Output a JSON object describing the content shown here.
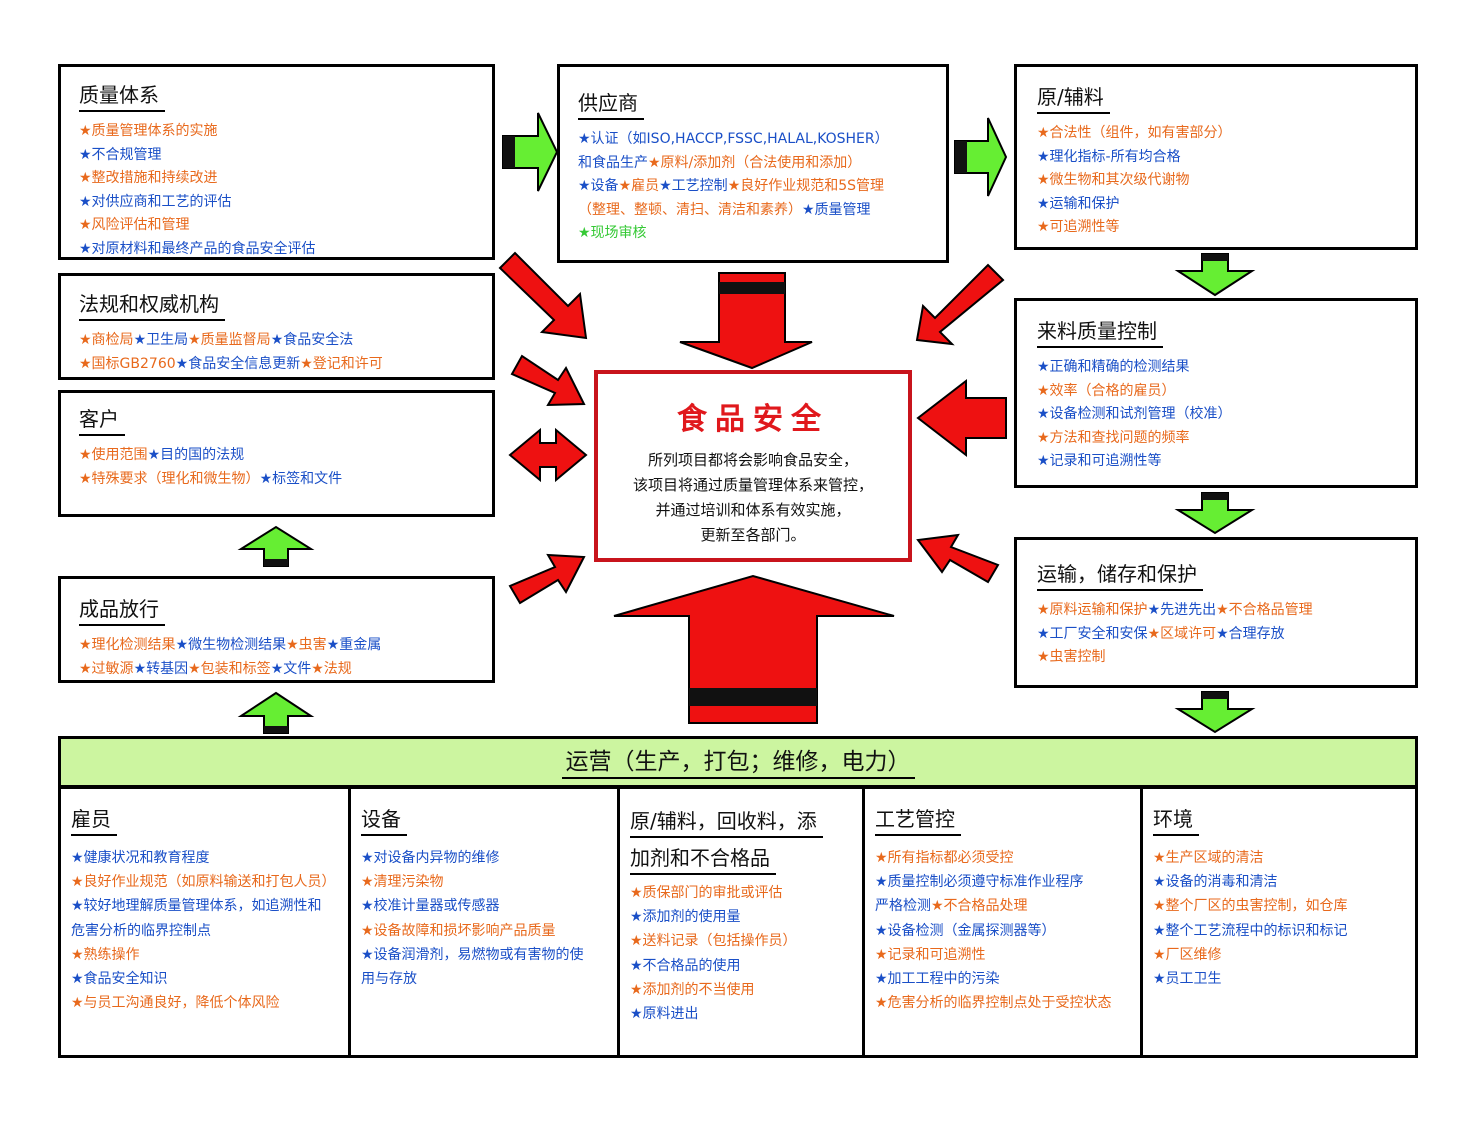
{
  "quality_system": {
    "title": "质量体系",
    "items": [
      {
        "text": "★质量管理体系的实施",
        "color": "orange"
      },
      {
        "text": "★不合规管理",
        "color": "blue"
      },
      {
        "text": "★整改措施和持续改进",
        "color": "orange"
      },
      {
        "text": "★对供应商和工艺的评估",
        "color": "blue"
      },
      {
        "text": "★风险评估和管理",
        "color": "orange"
      },
      {
        "text": "★对原材料和最终产品的食品安全评估",
        "color": "blue"
      }
    ]
  },
  "supplier": {
    "title": "供应商",
    "lines": [
      [
        {
          "text": "★认证（如ISO,HACCP,FSSC,HALAL,KOSHER）",
          "color": "blue"
        }
      ],
      [
        {
          "text": "和食品生产",
          "color": "blue"
        },
        {
          "text": "★原料/添加剂（合法使用和添加）",
          "color": "orange"
        }
      ],
      [
        {
          "text": "★设备",
          "color": "blue"
        },
        {
          "text": "★雇员",
          "color": "orange"
        },
        {
          "text": "★工艺控制",
          "color": "blue"
        },
        {
          "text": "★良好作业规范和5S管理",
          "color": "orange"
        }
      ],
      [
        {
          "text": "（整理、整顿、清扫、清洁和素养）",
          "color": "orange"
        },
        {
          "text": "★质量管理",
          "color": "blue"
        }
      ],
      [
        {
          "text": "★现场审核",
          "color": "green"
        }
      ]
    ]
  },
  "raw_material": {
    "title": "原/辅料",
    "items": [
      {
        "text": "★合法性（组件，如有害部分）",
        "color": "orange"
      },
      {
        "text": "★理化指标-所有均合格",
        "color": "blue"
      },
      {
        "text": "★微生物和其次级代谢物",
        "color": "orange"
      },
      {
        "text": "★运输和保护",
        "color": "blue"
      },
      {
        "text": "★可追溯性等",
        "color": "orange"
      }
    ]
  },
  "regulations": {
    "title": "法规和权威机构",
    "lines": [
      [
        {
          "text": "★商检局",
          "color": "orange"
        },
        {
          "text": "★卫生局",
          "color": "blue"
        },
        {
          "text": "★质量监督局",
          "color": "orange"
        },
        {
          "text": "★食品安全法",
          "color": "blue"
        }
      ],
      [
        {
          "text": "★国标GB2760",
          "color": "orange"
        },
        {
          "text": "★食品安全信息更新",
          "color": "blue"
        },
        {
          "text": "★登记和许可",
          "color": "orange"
        }
      ]
    ]
  },
  "customer": {
    "title": "客户",
    "lines": [
      [
        {
          "text": "★使用范围",
          "color": "orange"
        },
        {
          "text": "★目的国的法规",
          "color": "blue"
        }
      ],
      [
        {
          "text": "★特殊要求（理化和微生物）",
          "color": "orange"
        },
        {
          "text": "★标签和文件",
          "color": "blue"
        }
      ]
    ]
  },
  "incoming_qc": {
    "title": "来料质量控制",
    "items": [
      {
        "text": "★正确和精确的检测结果",
        "color": "blue"
      },
      {
        "text": "★效率（合格的雇员）",
        "color": "orange"
      },
      {
        "text": "★设备检测和试剂管理（校准）",
        "color": "blue"
      },
      {
        "text": "★方法和查找问题的频率",
        "color": "orange"
      },
      {
        "text": "★记录和可追溯性等",
        "color": "blue"
      }
    ]
  },
  "product_release": {
    "title": "成品放行",
    "lines": [
      [
        {
          "text": "★理化检测结果",
          "color": "orange"
        },
        {
          "text": "★微生物检测结果",
          "color": "blue"
        },
        {
          "text": "★虫害",
          "color": "orange"
        },
        {
          "text": "★重金属",
          "color": "blue"
        }
      ],
      [
        {
          "text": "★过敏源",
          "color": "orange"
        },
        {
          "text": "★转基因",
          "color": "blue"
        },
        {
          "text": "★包装和标签",
          "color": "orange"
        },
        {
          "text": "★文件",
          "color": "blue"
        },
        {
          "text": "★法规",
          "color": "orange"
        }
      ]
    ]
  },
  "transport": {
    "title": "运输，储存和保护",
    "lines": [
      [
        {
          "text": "★原料运输和保护",
          "color": "orange"
        },
        {
          "text": "★先进先出",
          "color": "blue"
        },
        {
          "text": "★不合格品管理",
          "color": "orange"
        }
      ],
      [
        {
          "text": "★工厂安全和安保",
          "color": "blue"
        },
        {
          "text": "★区域许可",
          "color": "orange"
        },
        {
          "text": "★合理存放",
          "color": "blue"
        }
      ],
      [
        {
          "text": "★虫害控制",
          "color": "orange"
        }
      ]
    ]
  },
  "center": {
    "title": "食品安全",
    "lines": [
      "所列项目都将会影响食品安全，",
      "该项目将通过质量管理体系来管控，",
      "并通过培训和体系有效实施，",
      "更新至各部门。"
    ]
  },
  "operations": {
    "title": "运营（生产，打包；维修，电力）",
    "columns": [
      {
        "title": "雇员",
        "items": [
          {
            "text": "★健康状况和教育程度",
            "color": "blue"
          },
          {
            "text": "★良好作业规范（如原料输送和打包人员）",
            "color": "orange"
          },
          {
            "text": "★较好地理解质量管理体系，如追溯性和",
            "color": "blue"
          },
          {
            "text": "危害分析的临界控制点",
            "color": "blue"
          },
          {
            "text": "★熟练操作",
            "color": "orange"
          },
          {
            "text": "★食品安全知识",
            "color": "blue"
          },
          {
            "text": "★与员工沟通良好，降低个体风险",
            "color": "orange"
          }
        ]
      },
      {
        "title": "设备",
        "items": [
          {
            "text": "★对设备内异物的维修",
            "color": "blue"
          },
          {
            "text": "★清理污染物",
            "color": "orange"
          },
          {
            "text": "★校准计量器或传感器",
            "color": "blue"
          },
          {
            "text": "★设备故障和损坏影响产品质量",
            "color": "orange"
          },
          {
            "text": "★设备润滑剂，易燃物或有害物的使",
            "color": "blue"
          },
          {
            "text": "用与存放",
            "color": "blue"
          }
        ]
      },
      {
        "title": "原/辅料，回收料，添",
        "title2": "加剂和不合格品",
        "items": [
          {
            "text": "★质保部门的审批或评估",
            "color": "orange"
          },
          {
            "text": "★添加剂的使用量",
            "color": "blue"
          },
          {
            "text": "★送料记录（包括操作员）",
            "color": "orange"
          },
          {
            "text": "★不合格品的使用",
            "color": "blue"
          },
          {
            "text": "★添加剂的不当使用",
            "color": "orange"
          },
          {
            "text": "★原料进出",
            "color": "blue"
          }
        ]
      },
      {
        "title": "工艺管控",
        "lines": [
          [
            {
              "text": "★所有指标都必须受控",
              "color": "orange"
            }
          ],
          [
            {
              "text": "★质量控制必须遵守标准作业程序",
              "color": "blue"
            }
          ],
          [
            {
              "text": "严格检测",
              "color": "blue"
            },
            {
              "text": "★不合格品处理",
              "color": "orange"
            }
          ],
          [
            {
              "text": "★设备检测（金属探测器等）",
              "color": "blue"
            }
          ],
          [
            {
              "text": "★记录和可追溯性",
              "color": "orange"
            }
          ],
          [
            {
              "text": "★加工工程中的污染",
              "color": "blue"
            }
          ],
          [
            {
              "text": "★危害分析的临界控制点处于受控状态",
              "color": "orange"
            }
          ]
        ]
      },
      {
        "title": "环境",
        "items": [
          {
            "text": "★生产区域的清洁",
            "color": "orange"
          },
          {
            "text": "★设备的消毒和清洁",
            "color": "blue"
          },
          {
            "text": "★整个厂区的虫害控制，如仓库",
            "color": "orange"
          },
          {
            "text": "★整个工艺流程中的标识和标记",
            "color": "blue"
          },
          {
            "text": "★厂区维修",
            "color": "orange"
          },
          {
            "text": "★员工卫生",
            "color": "blue"
          }
        ]
      }
    ]
  },
  "colors": {
    "orange": "#e8691c",
    "blue": "#1a4fc7",
    "green": "#35c935",
    "red_arrow": "#ee1111",
    "green_arrow": "#66ee33",
    "ops_header_bg": "#ccf5a0",
    "center_border": "#c8141c"
  }
}
